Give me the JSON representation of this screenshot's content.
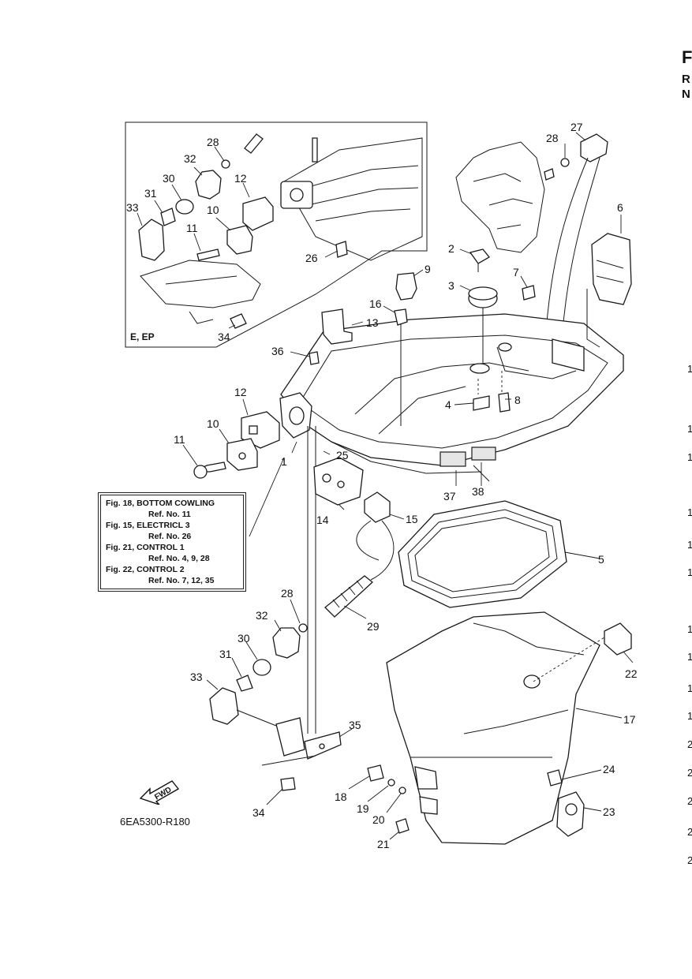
{
  "page": {
    "right_edge": {
      "top_letters": [
        "F",
        "R",
        "N"
      ],
      "row_numbers": [
        "1",
        "1",
        "1",
        "1",
        "1",
        "1",
        "1",
        "1",
        "1",
        "1",
        "2",
        "2",
        "2",
        "2",
        "2"
      ]
    }
  },
  "inset": {
    "label": "E, EP",
    "callouts": [
      "28",
      "32",
      "30",
      "31",
      "33",
      "12",
      "10",
      "11",
      "26",
      "34"
    ]
  },
  "main": {
    "callouts": [
      "27",
      "28",
      "6",
      "2",
      "3",
      "7",
      "9",
      "16",
      "13",
      "36",
      "4",
      "8",
      "12",
      "10",
      "11",
      "1",
      "25",
      "37",
      "38",
      "14",
      "15",
      "5",
      "28",
      "32",
      "29",
      "30",
      "31",
      "33",
      "22",
      "17",
      "35",
      "24",
      "18",
      "19",
      "20",
      "23",
      "34",
      "21"
    ]
  },
  "reference_box": {
    "lines": [
      {
        "title": "Fig. 18, BOTTOM COWLING",
        "ref": "Ref. No. 11"
      },
      {
        "title": "Fig. 15, ELECTRICL 3",
        "ref": "Ref. No. 26"
      },
      {
        "title": "Fig. 21, CONTROL 1",
        "ref": "Ref. No. 4, 9, 28"
      },
      {
        "title": "Fig. 22, CONTROL 2",
        "ref": "Ref. No. 7, 12, 35"
      }
    ]
  },
  "fwd_arrow_label": "FWD",
  "drawing_code": "6EA5300-R180"
}
